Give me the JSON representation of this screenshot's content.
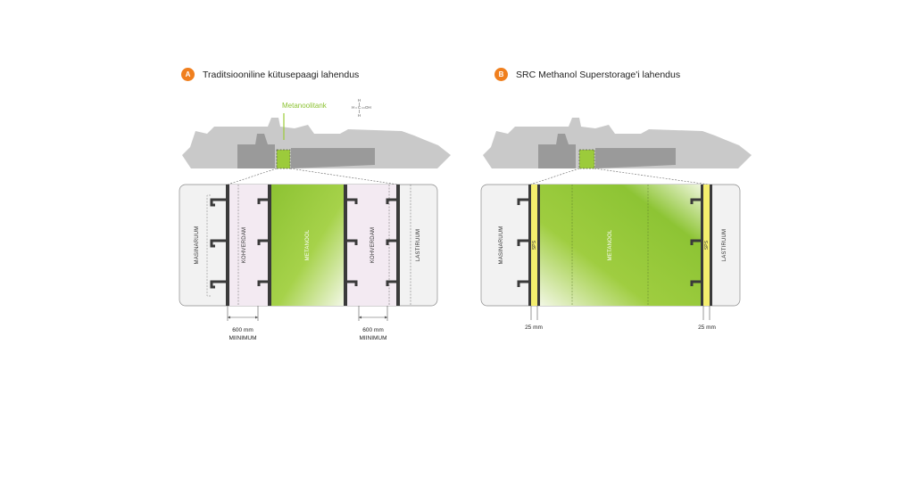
{
  "panel_a": {
    "badge": "A",
    "title": "Traditsiooniline kütusepaagi lahendus",
    "tank_callout": "Metanoolitank",
    "labels": {
      "engine_room": "MASINARUUM",
      "cofferdam_left": "KOHVERDAM",
      "methanol": "METANOOL",
      "cofferdam_right": "KOHVERDAM",
      "cargo_hold": "LASTIRUUM"
    },
    "dims": {
      "left_value": "600 mm",
      "left_note": "MIINIMUM",
      "right_value": "600 mm",
      "right_note": "MIINIMUM"
    }
  },
  "panel_b": {
    "badge": "B",
    "title": "SRC Methanol Superstorage'i lahendus",
    "labels": {
      "engine_room": "MASINARUUM",
      "sps_left": "SPS",
      "methanol": "METANOOL",
      "sps_right": "SPS",
      "cargo_hold": "LASTIRUUM"
    },
    "dims": {
      "left_value": "25 mm",
      "right_value": "25 mm"
    }
  },
  "formula": {
    "h_top": "H",
    "c": "C",
    "h_left": "H",
    "oh": "OH",
    "h_bottom": "H"
  },
  "colors": {
    "accent_orange": "#f07f1e",
    "methanol_green": "#9ccb3b",
    "sps_yellow": "#f4ee6e",
    "cofferdam_pink": "#f3eaf2",
    "ship_gray": "#c8c8c8",
    "wall_dark": "#3a3a3a"
  }
}
